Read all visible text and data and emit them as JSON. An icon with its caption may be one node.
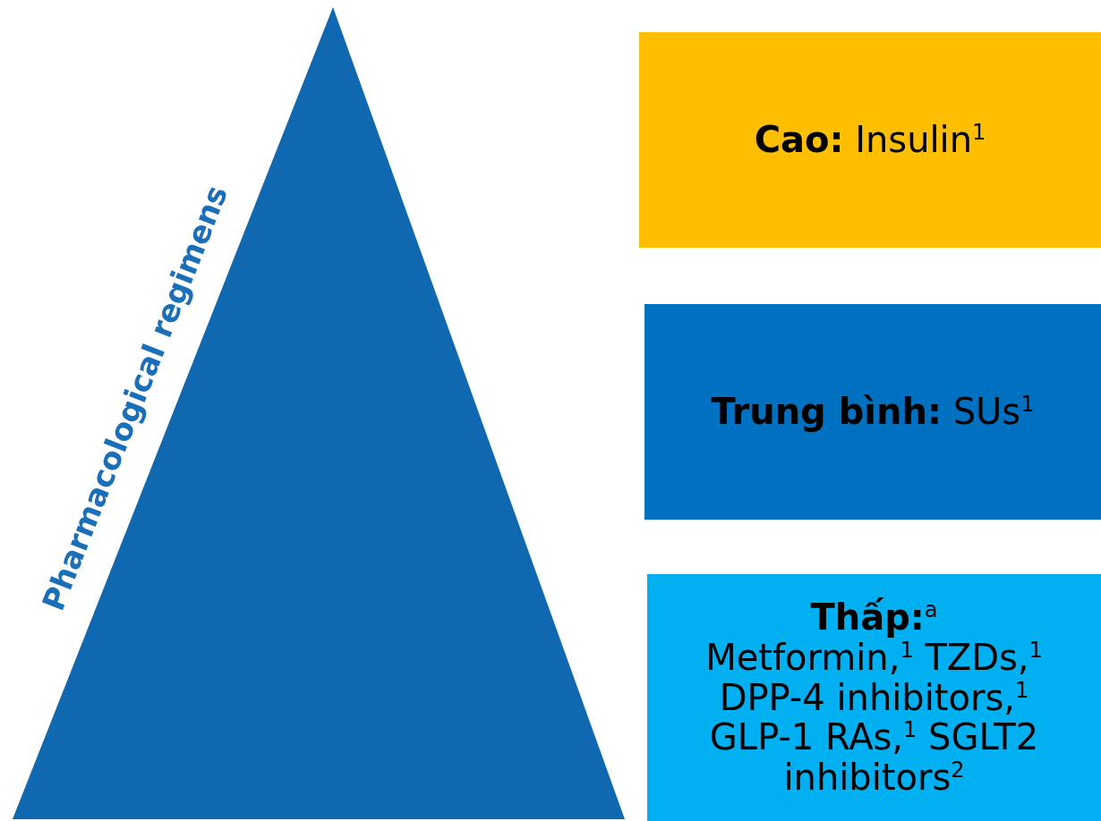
{
  "diagram": {
    "nodes": [
      {
        "text": [
          "Pharmacological regimens"
        ]
      },
      {
        "text": [
          "**Cao:** Insulin$^{1}$"
        ]
      },
      {
        "text": [
          "**Trung bình:** SUs$^{1}$"
        ]
      },
      {
        "text": [
          "**Thấp:**$^{a}$",
          "Metformin,$^{1}$ TZDs,$^{1}$ DPP-4 inhibitors,$^{1}$ GLP-1 RAs,$^{1}$ SGLT2 inhibitors$^{2}$"
        ]
      }
    ]
  }
}
